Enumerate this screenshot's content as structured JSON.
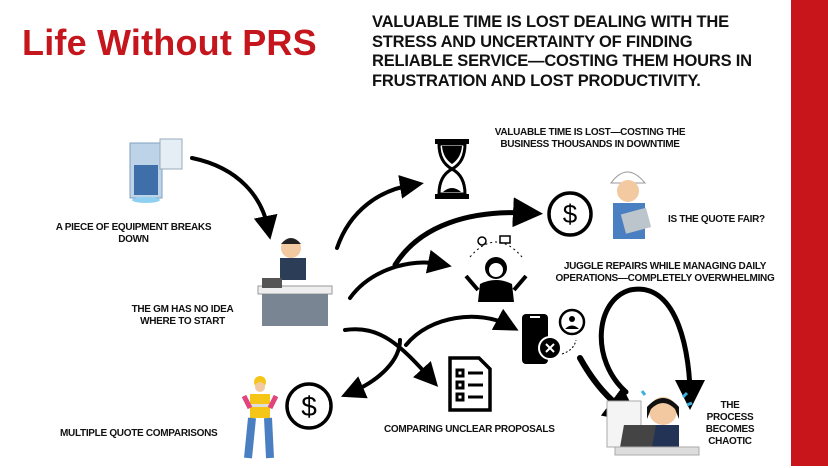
{
  "header": {
    "title": "Life Without PRS",
    "subtitle": "VALUABLE TIME  IS LOST DEALING WITH THE STRESS AND UNCERTAINTY OF FINDING RELIABLE SERVICE—COSTING THEM HOURS IN FRUSTRATION AND LOST PRODUCTIVITY."
  },
  "colors": {
    "brand_red": "#c8141b",
    "title_red": "#c4161c",
    "text": "#111111"
  },
  "nodes": {
    "equipment": {
      "label": "A PIECE OF EQUIPMENT BREAKS DOWN",
      "icon": "broken-water-tank-icon"
    },
    "gm": {
      "label": "THE GM HAS NO IDEA WHERE TO START",
      "icon": "stressed-manager-at-desk-icon"
    },
    "downtime": {
      "label": "VALUABLE TIME IS LOST—COSTING THE BUSINESS THOUSANDS IN DOWNTIME",
      "icon": "hourglass-icon"
    },
    "quote_fair": {
      "label": "IS THE QUOTE FAIR?",
      "icon": "dollar-circle-icon",
      "icon2": "technician-with-tablet-icon"
    },
    "juggle": {
      "label": "JUGGLE REPAIRS WHILE MANAGING DAILY OPERATIONS—COMPLETELY OVERWHELMING",
      "icon": "juggling-woman-icon"
    },
    "phone": {
      "icon": "phone-call-declined-icon"
    },
    "multiple_quotes": {
      "label": "MULTIPLE QUOTE COMPARISONS",
      "icon": "dollar-circle-icon",
      "icon2": "construction-worker-icon"
    },
    "proposals": {
      "label": "COMPARING UNCLEAR PROPOSALS",
      "icon": "checklist-document-icon"
    },
    "chaotic": {
      "label": "THE PROCESS BECOMES CHAOTIC",
      "icon": "overwhelmed-worker-at-laptop-icon"
    }
  }
}
